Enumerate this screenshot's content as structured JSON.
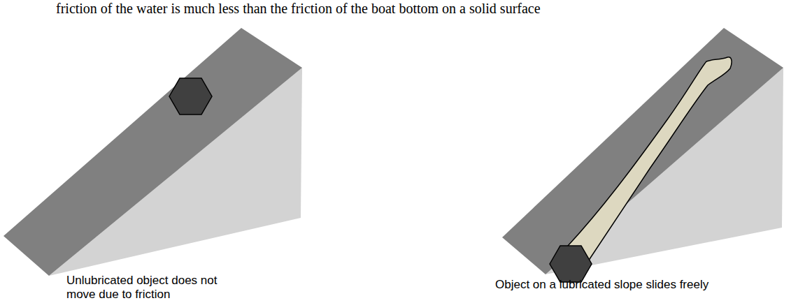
{
  "diagram": {
    "labels": [
      "friction of the water is much less than the friction of the boat bottom on a solid surface",
      "Unlubricated object does not move due to friction",
      "Object on a lubricated slope slides freely"
    ]
  }
}
